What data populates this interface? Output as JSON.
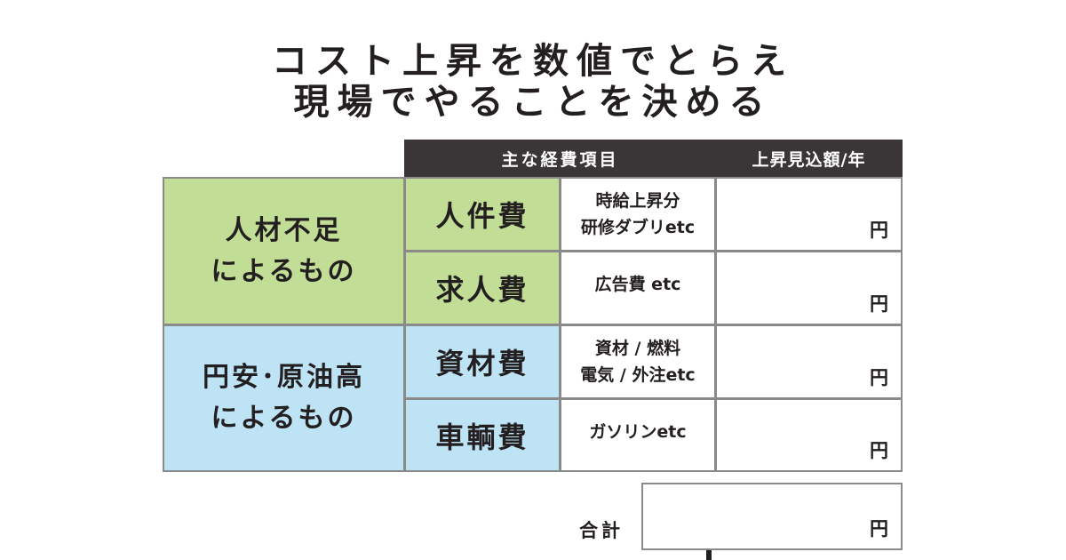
{
  "title": {
    "line1": "コスト上昇を数値でとらえ",
    "line2": "現場でやることを決める"
  },
  "table": {
    "header_items": "主な経費項目",
    "header_amount": "上昇見込額/年",
    "categories": [
      {
        "line1": "人材不足",
        "line2": "によるもの",
        "color": "#c2de96"
      },
      {
        "line1": "円安･原油高",
        "line2": "によるもの",
        "color": "#bde3f5"
      }
    ],
    "rows": [
      {
        "expense": "人件費",
        "detail1": "時給上昇分",
        "detail2": "研修ダブリetc",
        "unit": "円"
      },
      {
        "expense": "求人費",
        "detail1": "広告費 etc",
        "detail2": "",
        "unit": "円"
      },
      {
        "expense": "資材費",
        "detail1": "資材 / 燃料",
        "detail2": "電気 / 外注etc",
        "unit": "円"
      },
      {
        "expense": "車輌費",
        "detail1": "ガソリンetc",
        "detail2": "",
        "unit": "円"
      }
    ],
    "total_label": "合計",
    "total_unit": "円"
  },
  "colors": {
    "header_bg": "#3a3536",
    "border": "#8a8a8a",
    "text": "#231f20"
  }
}
